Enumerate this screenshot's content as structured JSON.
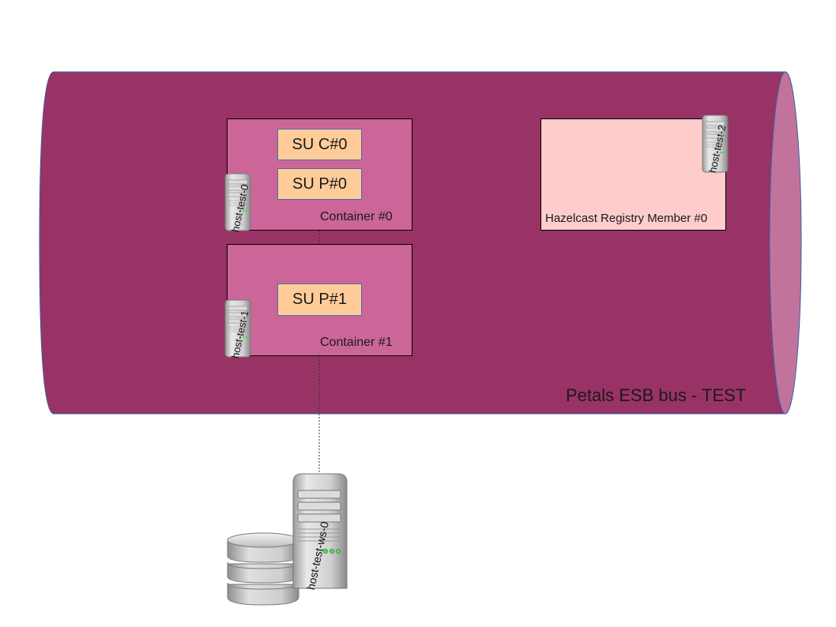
{
  "colors": {
    "bus_fill": "#993366",
    "bus_end_fill": "#c2739b",
    "bus_outline": "#3465a4",
    "container_fill": "#cc6699",
    "registry_fill": "#ffcccc",
    "su_fill": "#ffcc99"
  },
  "bus": {
    "label": "Petals ESB bus - TEST"
  },
  "containers": [
    {
      "label": "Container #0",
      "host": "host-test-0",
      "service_units": [
        "SU C#0",
        "SU P#0"
      ]
    },
    {
      "label": "Container #1",
      "host": "host-test-1",
      "service_units": [
        "SU P#1"
      ]
    }
  ],
  "registry": {
    "label": "Hazelcast Registry Member #0",
    "host": "host-test-2"
  },
  "external": {
    "host": "host-test-ws-0",
    "icons": [
      "database-icon",
      "server-icon"
    ]
  }
}
